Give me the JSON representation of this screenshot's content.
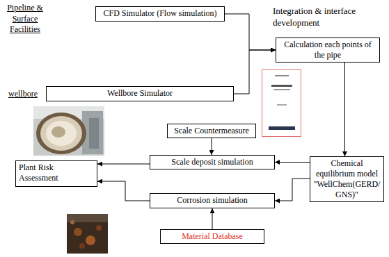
{
  "diagram": {
    "nodes": [
      {
        "text": [
          "CFD Simulator (Flow simulation)"
        ]
      },
      {
        "text": [
          "Wellbore Simulator"
        ]
      },
      {
        "text": [
          "Calculation each points of the pipe"
        ]
      },
      {
        "text": [
          "Scale Countermeasure"
        ]
      },
      {
        "text": [
          "Scale deposit simulation"
        ]
      },
      {
        "text": [
          "Plant Risk Assessment"
        ]
      },
      {
        "text": [
          "Chemical equilibrium model \"WellChem(GERD/GNS)\""
        ]
      },
      {
        "text": [
          "Corrosion simulation"
        ]
      },
      {
        "text": [
          "Material Database"
        ]
      }
    ],
    "edges": [
      {
        "from": 0,
        "to": 2,
        "arrow": "to"
      },
      {
        "from": 1,
        "to": 2,
        "arrow": "to"
      },
      {
        "from": 2,
        "to": 6,
        "arrow": "to"
      },
      {
        "from": 3,
        "to": 4,
        "arrow": "to"
      },
      {
        "from": 6,
        "to": 4,
        "arrow": "to"
      },
      {
        "from": 6,
        "to": 7,
        "arrow": "to"
      },
      {
        "from": 4,
        "to": 5,
        "arrow": "to"
      },
      {
        "from": 7,
        "to": 5,
        "arrow": "to"
      },
      {
        "from": 8,
        "to": 7,
        "arrow": "to"
      }
    ],
    "labels": [
      "Pipeline & Surface Facilities",
      "wellbore",
      "Integration & interface development"
    ]
  }
}
